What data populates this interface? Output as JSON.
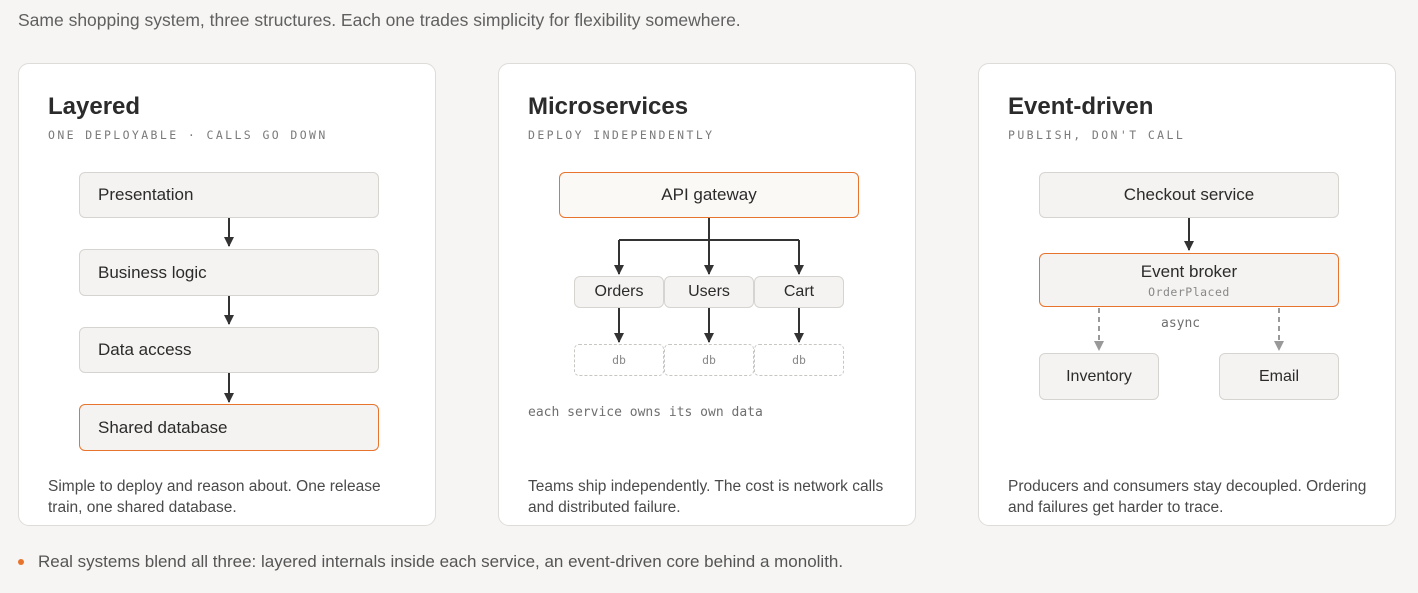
{
  "intro": "Same shopping system, three structures. Each one trades simplicity for flexibility somewhere.",
  "colors": {
    "accent": "#e8732c",
    "box_fill": "#f4f3f1",
    "border": "#d6d4d0",
    "arrow": "#333333",
    "dashed_arrow": "#999999"
  },
  "cards": {
    "layered": {
      "title": "Layered",
      "subtitle": "ONE DEPLOYABLE · CALLS GO DOWN",
      "layers": [
        "Presentation",
        "Business logic",
        "Data access",
        "Shared database"
      ],
      "description": "Simple to deploy and reason about. One release train, one shared database."
    },
    "microservices": {
      "title": "Microservices",
      "subtitle": "DEPLOY INDEPENDENTLY",
      "gateway": "API gateway",
      "services": [
        "Orders",
        "Users",
        "Cart"
      ],
      "db_label": "db",
      "note": "each service owns its own data",
      "description": "Teams ship independently. The cost is network calls and distributed failure."
    },
    "event_driven": {
      "title": "Event-driven",
      "subtitle": "PUBLISH, DON'T CALL",
      "producer": "Checkout service",
      "broker": "Event broker",
      "event": "OrderPlaced",
      "async_label": "async",
      "consumers": [
        "Inventory",
        "Email"
      ],
      "description": "Producers and consumers stay decoupled. Ordering and failures get harder to trace."
    }
  },
  "footer": "Real systems blend all three: layered internals inside each service, an event-driven core behind a monolith."
}
